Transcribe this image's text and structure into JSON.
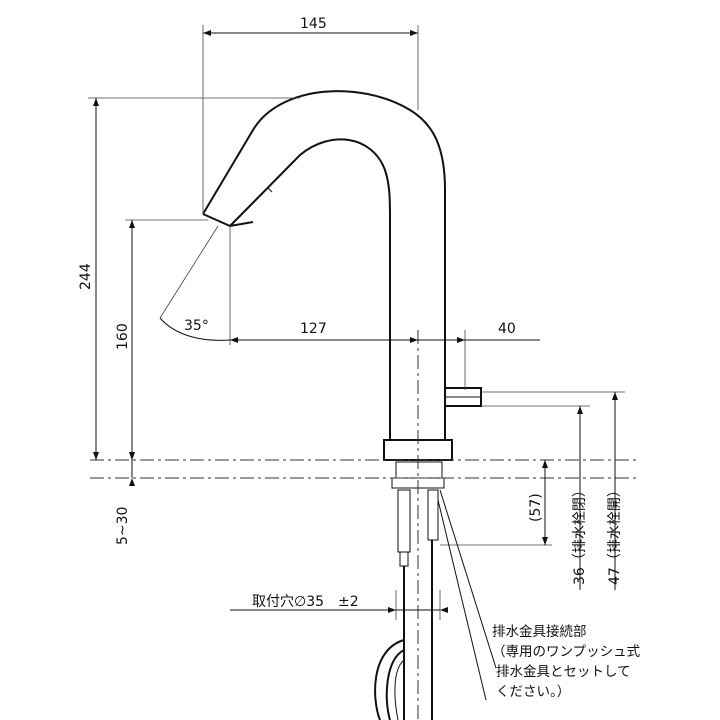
{
  "dimensions": {
    "spout_reach": "145",
    "total_height": "244",
    "spout_height": "160",
    "spout_angle": "35°",
    "spout_to_body": "127",
    "body_to_drain": "40",
    "counter_thickness": "5~30",
    "mount_height": "(57)",
    "drain_36": "36（排水栓閉）",
    "drain_47": "47（排水栓開）",
    "mounting_hole": "取付穴∅35　±2"
  },
  "note": {
    "line1": "排水金具接続部",
    "line2": "（専用のワンプッシュ式",
    "line3": "排水金具とセットして",
    "line4": "ください。）"
  }
}
